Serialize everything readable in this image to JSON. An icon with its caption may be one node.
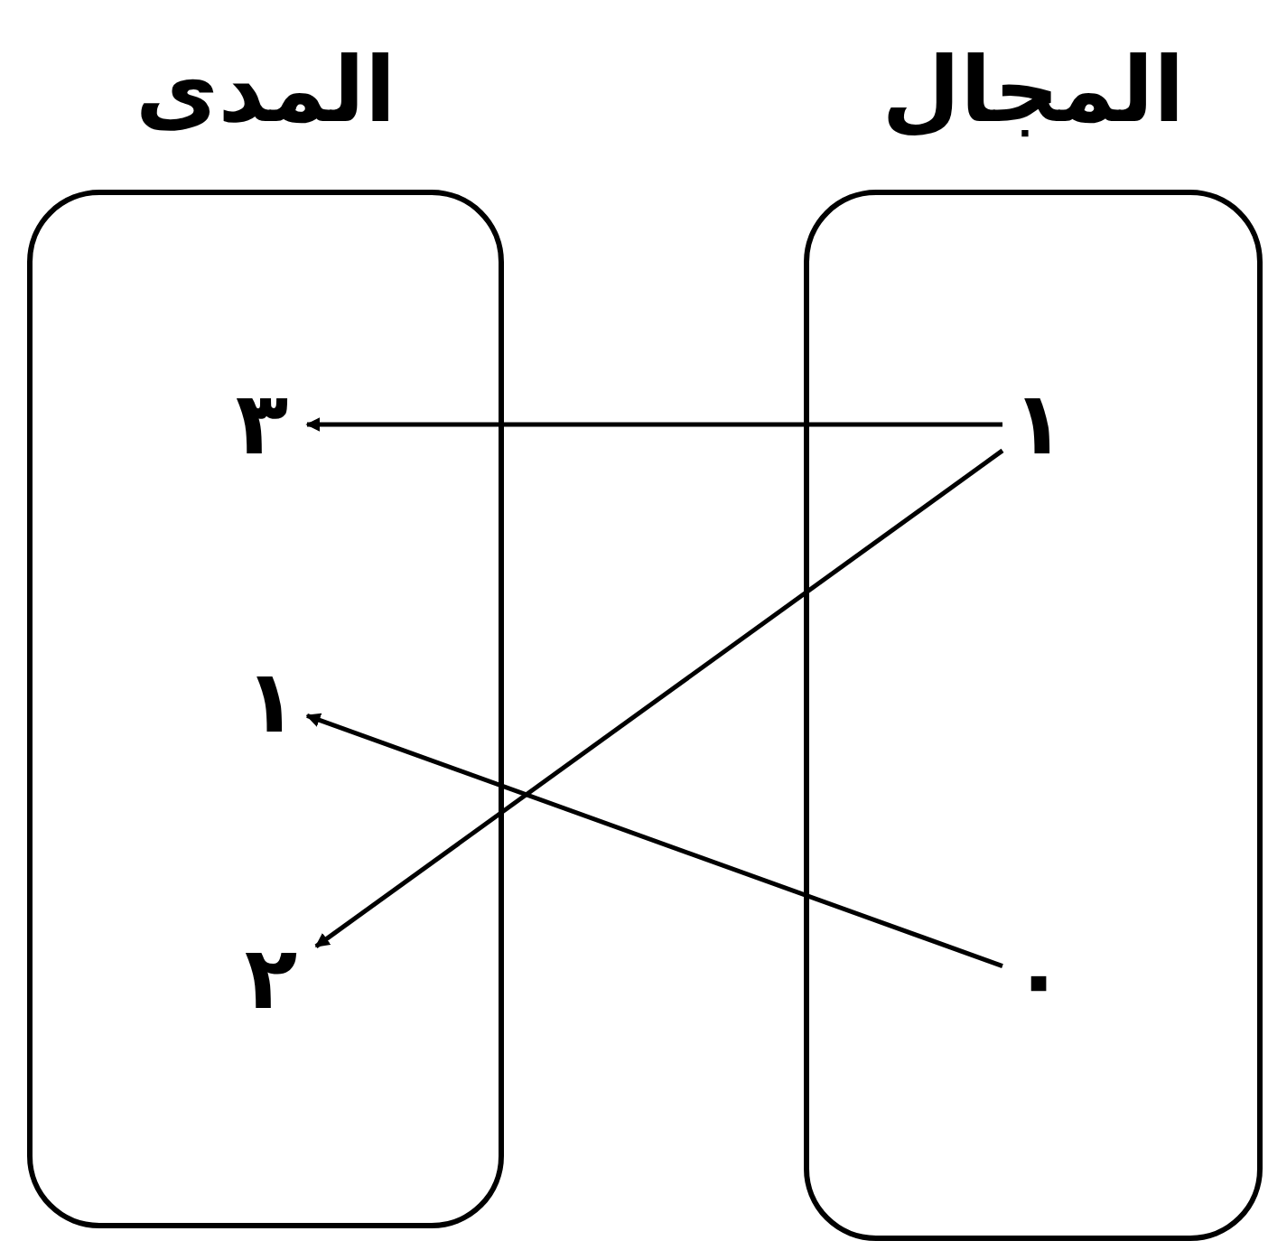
{
  "diagram": {
    "nodes": [
      {
        "text": [
          "المجال"
        ]
      },
      {
        "text": [
          "المدى"
        ]
      },
      {
        "text": [
          "١"
        ],
        "in": 0
      },
      {
        "text": [
          "٠"
        ],
        "in": 0
      },
      {
        "text": [
          "٣"
        ],
        "in": 1
      },
      {
        "text": [
          "١"
        ],
        "in": 1
      },
      {
        "text": [
          "٢"
        ],
        "in": 1
      }
    ],
    "edges": [
      {
        "from": 2,
        "to": 4,
        "arrow": "to"
      },
      {
        "from": 2,
        "to": 6,
        "arrow": "to"
      },
      {
        "from": 3,
        "to": 5,
        "arrow": "to"
      }
    ]
  }
}
